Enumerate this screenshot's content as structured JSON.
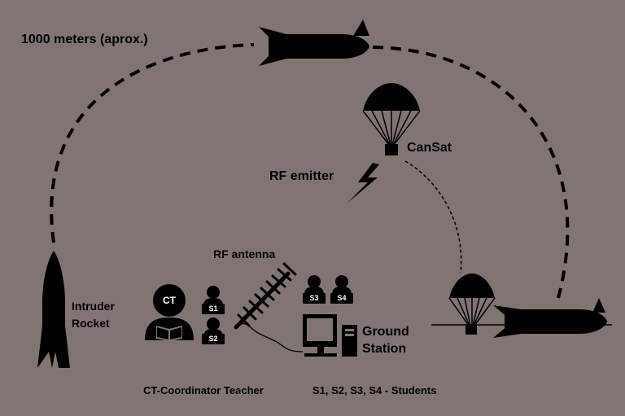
{
  "labels": {
    "distance": "1000 meters (aprox.)",
    "cansat": "CanSat",
    "rf_emitter": "RF emitter",
    "rf_antenna": "RF antenna",
    "intruder_rocket_line1": "Intruder",
    "intruder_rocket_line2": "Rocket",
    "ground_station_line1": "Ground",
    "ground_station_line2": "Station",
    "coordinator_legend": "CT-Coordinator Teacher",
    "students_legend": "S1, S2, S3, S4 - Students"
  },
  "badges": {
    "ct": "CT",
    "s1": "S1",
    "s2": "S2",
    "s3": "S3",
    "s4": "S4"
  },
  "colors": {
    "background": "#807573",
    "ink": "#000000"
  }
}
